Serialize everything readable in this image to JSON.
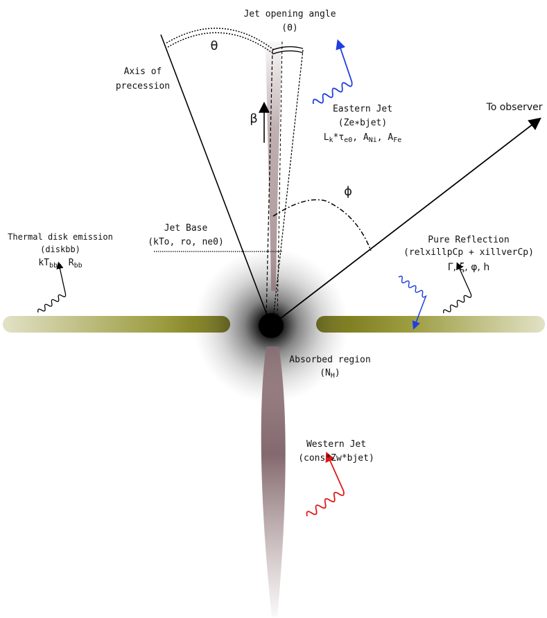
{
  "labels": {
    "jet_opening_angle": "Jet opening angle",
    "jet_opening_symbol": "(Θ)",
    "precession_angle_symbol": "θ",
    "axis_of_precession_line1": "Axis of",
    "axis_of_precession_line2": "precession",
    "beta_symbol": "β",
    "eastern_jet_title": "Eastern Jet",
    "eastern_jet_model": "(Ze∗bjet)",
    "eastern_jet_params_a": "L",
    "eastern_jet_params_b": "k",
    "eastern_jet_params_c": "*τ",
    "eastern_jet_params_d": "e0",
    "eastern_jet_params_e": ", A",
    "eastern_jet_params_f": "Ni",
    "eastern_jet_params_g": ", A",
    "eastern_jet_params_h": "Fe",
    "to_observer": "To observer",
    "phi_symbol": "ϕ",
    "jet_base_title": "Jet Base",
    "jet_base_params": "(kTo, ro, ne0)",
    "thermal_title": "Thermal disk emission",
    "thermal_model": "(diskbb)",
    "thermal_params_a": "kT",
    "thermal_params_b": "bb",
    "thermal_params_c": ", R",
    "thermal_params_d": "bb",
    "reflection_title": "Pure Reflection",
    "reflection_model": "(relxillpCp + xillverCp)",
    "reflection_params": "Γ, ξ, φ, h",
    "absorbed_title": "Absorbed region",
    "absorbed_params_a": "(N",
    "absorbed_params_b": "H",
    "absorbed_params_c": ")",
    "western_jet_title": "Western Jet",
    "western_jet_model": "(cons*Zw*bjet)"
  },
  "colors": {
    "disk": "#8a8a1e",
    "jet": "#8c6f73",
    "absorbed": "#000000",
    "photon_blue": "#1f3fe0",
    "photon_red": "#e01616",
    "photon_black": "#000000",
    "line": "#000000"
  },
  "icons": {
    "photon_wave": "wavy-arrow-icon",
    "observer_arrow": "arrow-icon"
  }
}
